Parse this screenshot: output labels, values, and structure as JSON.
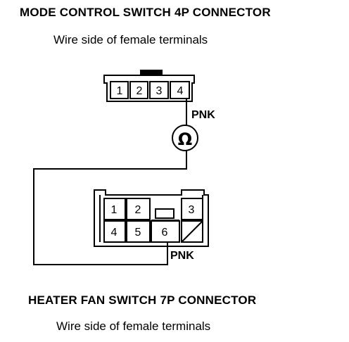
{
  "connector_4p": {
    "title": "MODE CONTROL SWITCH 4P CONNECTOR",
    "subtitle": "Wire side of female terminals",
    "terminals": [
      "1",
      "2",
      "3",
      "4"
    ],
    "wire_color": "PNK"
  },
  "ohmmeter": {
    "symbol": "Ω"
  },
  "connector_7p": {
    "title": "HEATER FAN SWITCH 7P CONNECTOR",
    "subtitle": "Wire side of female terminals",
    "terminals_top": [
      "1",
      "2",
      "3"
    ],
    "terminals_bottom": [
      "4",
      "5",
      "6"
    ],
    "wire_color": "PNK"
  }
}
